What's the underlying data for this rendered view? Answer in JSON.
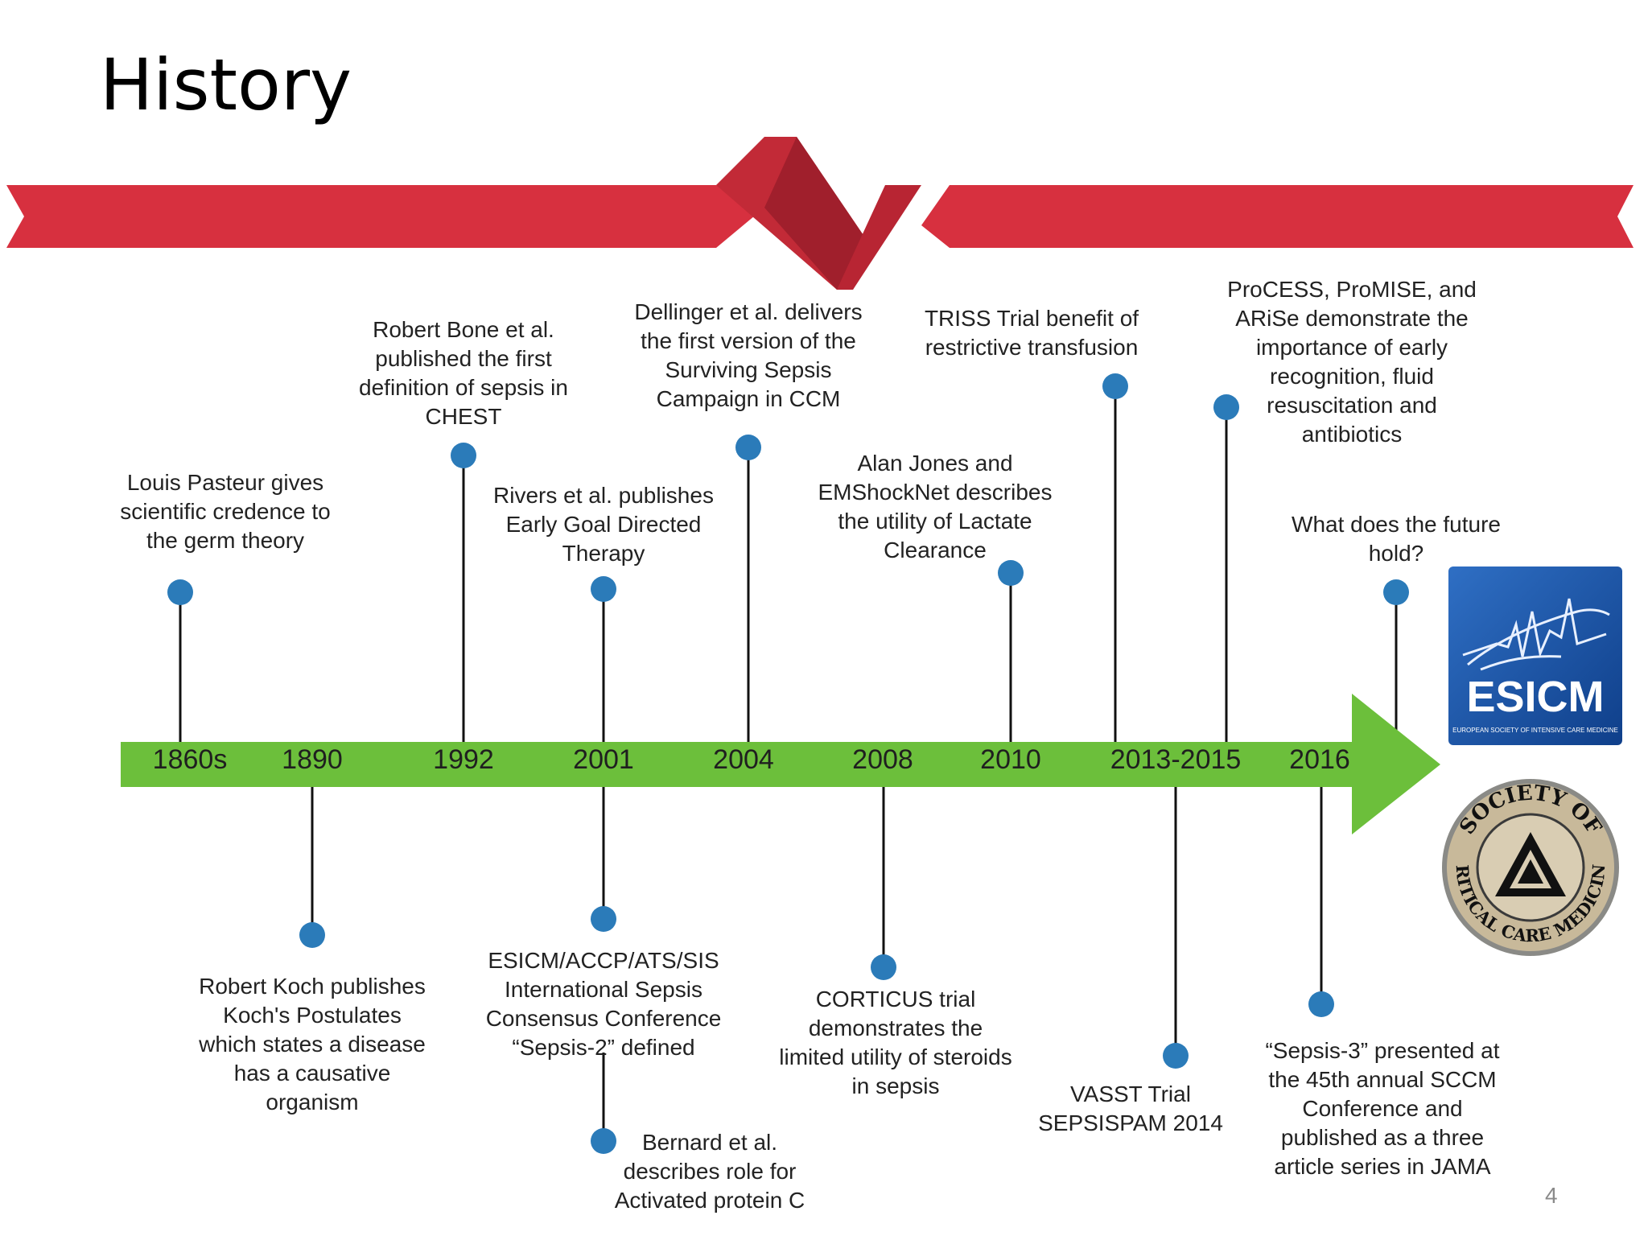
{
  "slide": {
    "title": "History",
    "page_number": "4"
  },
  "colors": {
    "ribbon_red": "#d7303f",
    "ribbon_dark": "#a01f2c",
    "timeline_green": "#6cbf3b",
    "marker_blue": "#2b7bb9",
    "stem_black": "#111111"
  },
  "years": [
    "1860s",
    "1890",
    "1992",
    "2001",
    "2004",
    "2008",
    "2010",
    "2013-2015",
    "2016"
  ],
  "events_above": [
    {
      "lines": [
        "Louis Pasteur gives",
        "scientific credence to",
        "the germ theory"
      ]
    },
    {
      "lines": [
        "Robert Bone et al.",
        "published the first",
        "definition of sepsis in",
        "CHEST"
      ]
    },
    {
      "lines": [
        "Rivers et al. publishes",
        "Early Goal Directed",
        "Therapy"
      ]
    },
    {
      "lines": [
        "Dellinger et al. delivers",
        "the first version of the",
        "Surviving Sepsis",
        "Campaign in CCM"
      ]
    },
    {
      "lines": [
        "Alan Jones and",
        "EMShockNet describes",
        "the utility of Lactate",
        "Clearance"
      ]
    },
    {
      "lines": [
        "TRISS Trial benefit of",
        "restrictive transfusion"
      ]
    },
    {
      "lines": [
        "ProCESS, ProMISE, and",
        "ARiSe demonstrate the",
        "importance of early",
        "recognition, fluid",
        "resuscitation and",
        "antibiotics"
      ]
    },
    {
      "lines": [
        "What does the future",
        "hold?"
      ]
    }
  ],
  "events_below": [
    {
      "lines": [
        "Robert Koch publishes",
        "Koch's Postulates",
        "which states a disease",
        "has a causative",
        "organism"
      ]
    },
    {
      "lines": [
        "ESICM/ACCP/ATS/SIS",
        "International Sepsis",
        "Consensus Conference",
        "“Sepsis-2” defined"
      ]
    },
    {
      "lines": [
        "Bernard et al.",
        "describes role for",
        "Activated protein C"
      ]
    },
    {
      "lines": [
        "CORTICUS trial",
        "demonstrates the",
        "limited utility of steroids",
        "in sepsis"
      ]
    },
    {
      "lines": [
        "VASST Trial",
        "SEPSISPAM 2014"
      ]
    },
    {
      "lines": [
        "“Sepsis-3” presented at",
        "the 45th annual SCCM",
        "Conference and",
        "published as a three",
        "article series in JAMA"
      ]
    }
  ],
  "logos": {
    "esicm": {
      "name": "ESICM",
      "subtitle": "EUROPEAN SOCIETY OF INTENSIVE CARE MEDICINE",
      "icon": "heartbeat-wave-icon"
    },
    "sccm": {
      "ring_top": "SOCIETY OF",
      "ring_bottom": "CRITICAL CARE MEDICINE",
      "icon": "triangle-emblem-icon"
    }
  }
}
